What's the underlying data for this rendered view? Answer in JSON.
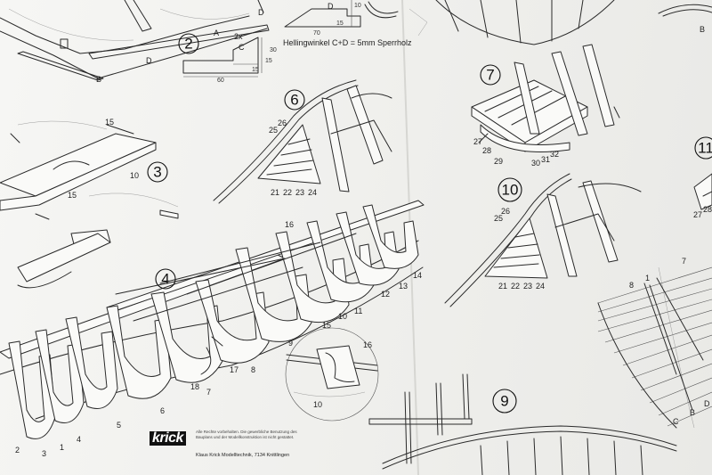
{
  "steps": [
    "2",
    "3",
    "4",
    "6",
    "7",
    "9",
    "10",
    "11"
  ],
  "step2": {
    "label_a": "A",
    "label_2x": "2x",
    "label_c": "C",
    "dims": [
      "30",
      "15",
      "15",
      "60"
    ]
  },
  "top_detail": {
    "label_d": "D",
    "label_b": "B",
    "dims": [
      "10",
      "15",
      "70"
    ],
    "note": "Hellingwinkel C+D = 5mm Sperrholz"
  },
  "part_numbers": {
    "step6": [
      "26",
      "25",
      "21",
      "22",
      "23",
      "24"
    ],
    "step7": [
      "27",
      "28",
      "29",
      "30",
      "31",
      "32"
    ],
    "step10": [
      "26",
      "25",
      "21",
      "22",
      "23",
      "24"
    ],
    "step11": [
      "27",
      "28"
    ],
    "step3": [
      "15",
      "10",
      "15"
    ],
    "hull": [
      "16",
      "14",
      "13",
      "12",
      "11",
      "10",
      "15",
      "9",
      "8",
      "17",
      "7",
      "18",
      "6",
      "5",
      "4",
      "1",
      "3",
      "2"
    ],
    "detail": [
      "16",
      "10"
    ],
    "planking": [
      "8",
      "1",
      "7",
      "C",
      "B",
      "D"
    ]
  },
  "maker": {
    "logo": "krick",
    "notice": "Alle Rechte vorbehalten. Die gewerbliche Benutzung des Bauplans und der Modellkonstruktion ist nicht gestattet.",
    "address": "Klaus Krick Modelltechnik, 7134 Knittlingen"
  }
}
